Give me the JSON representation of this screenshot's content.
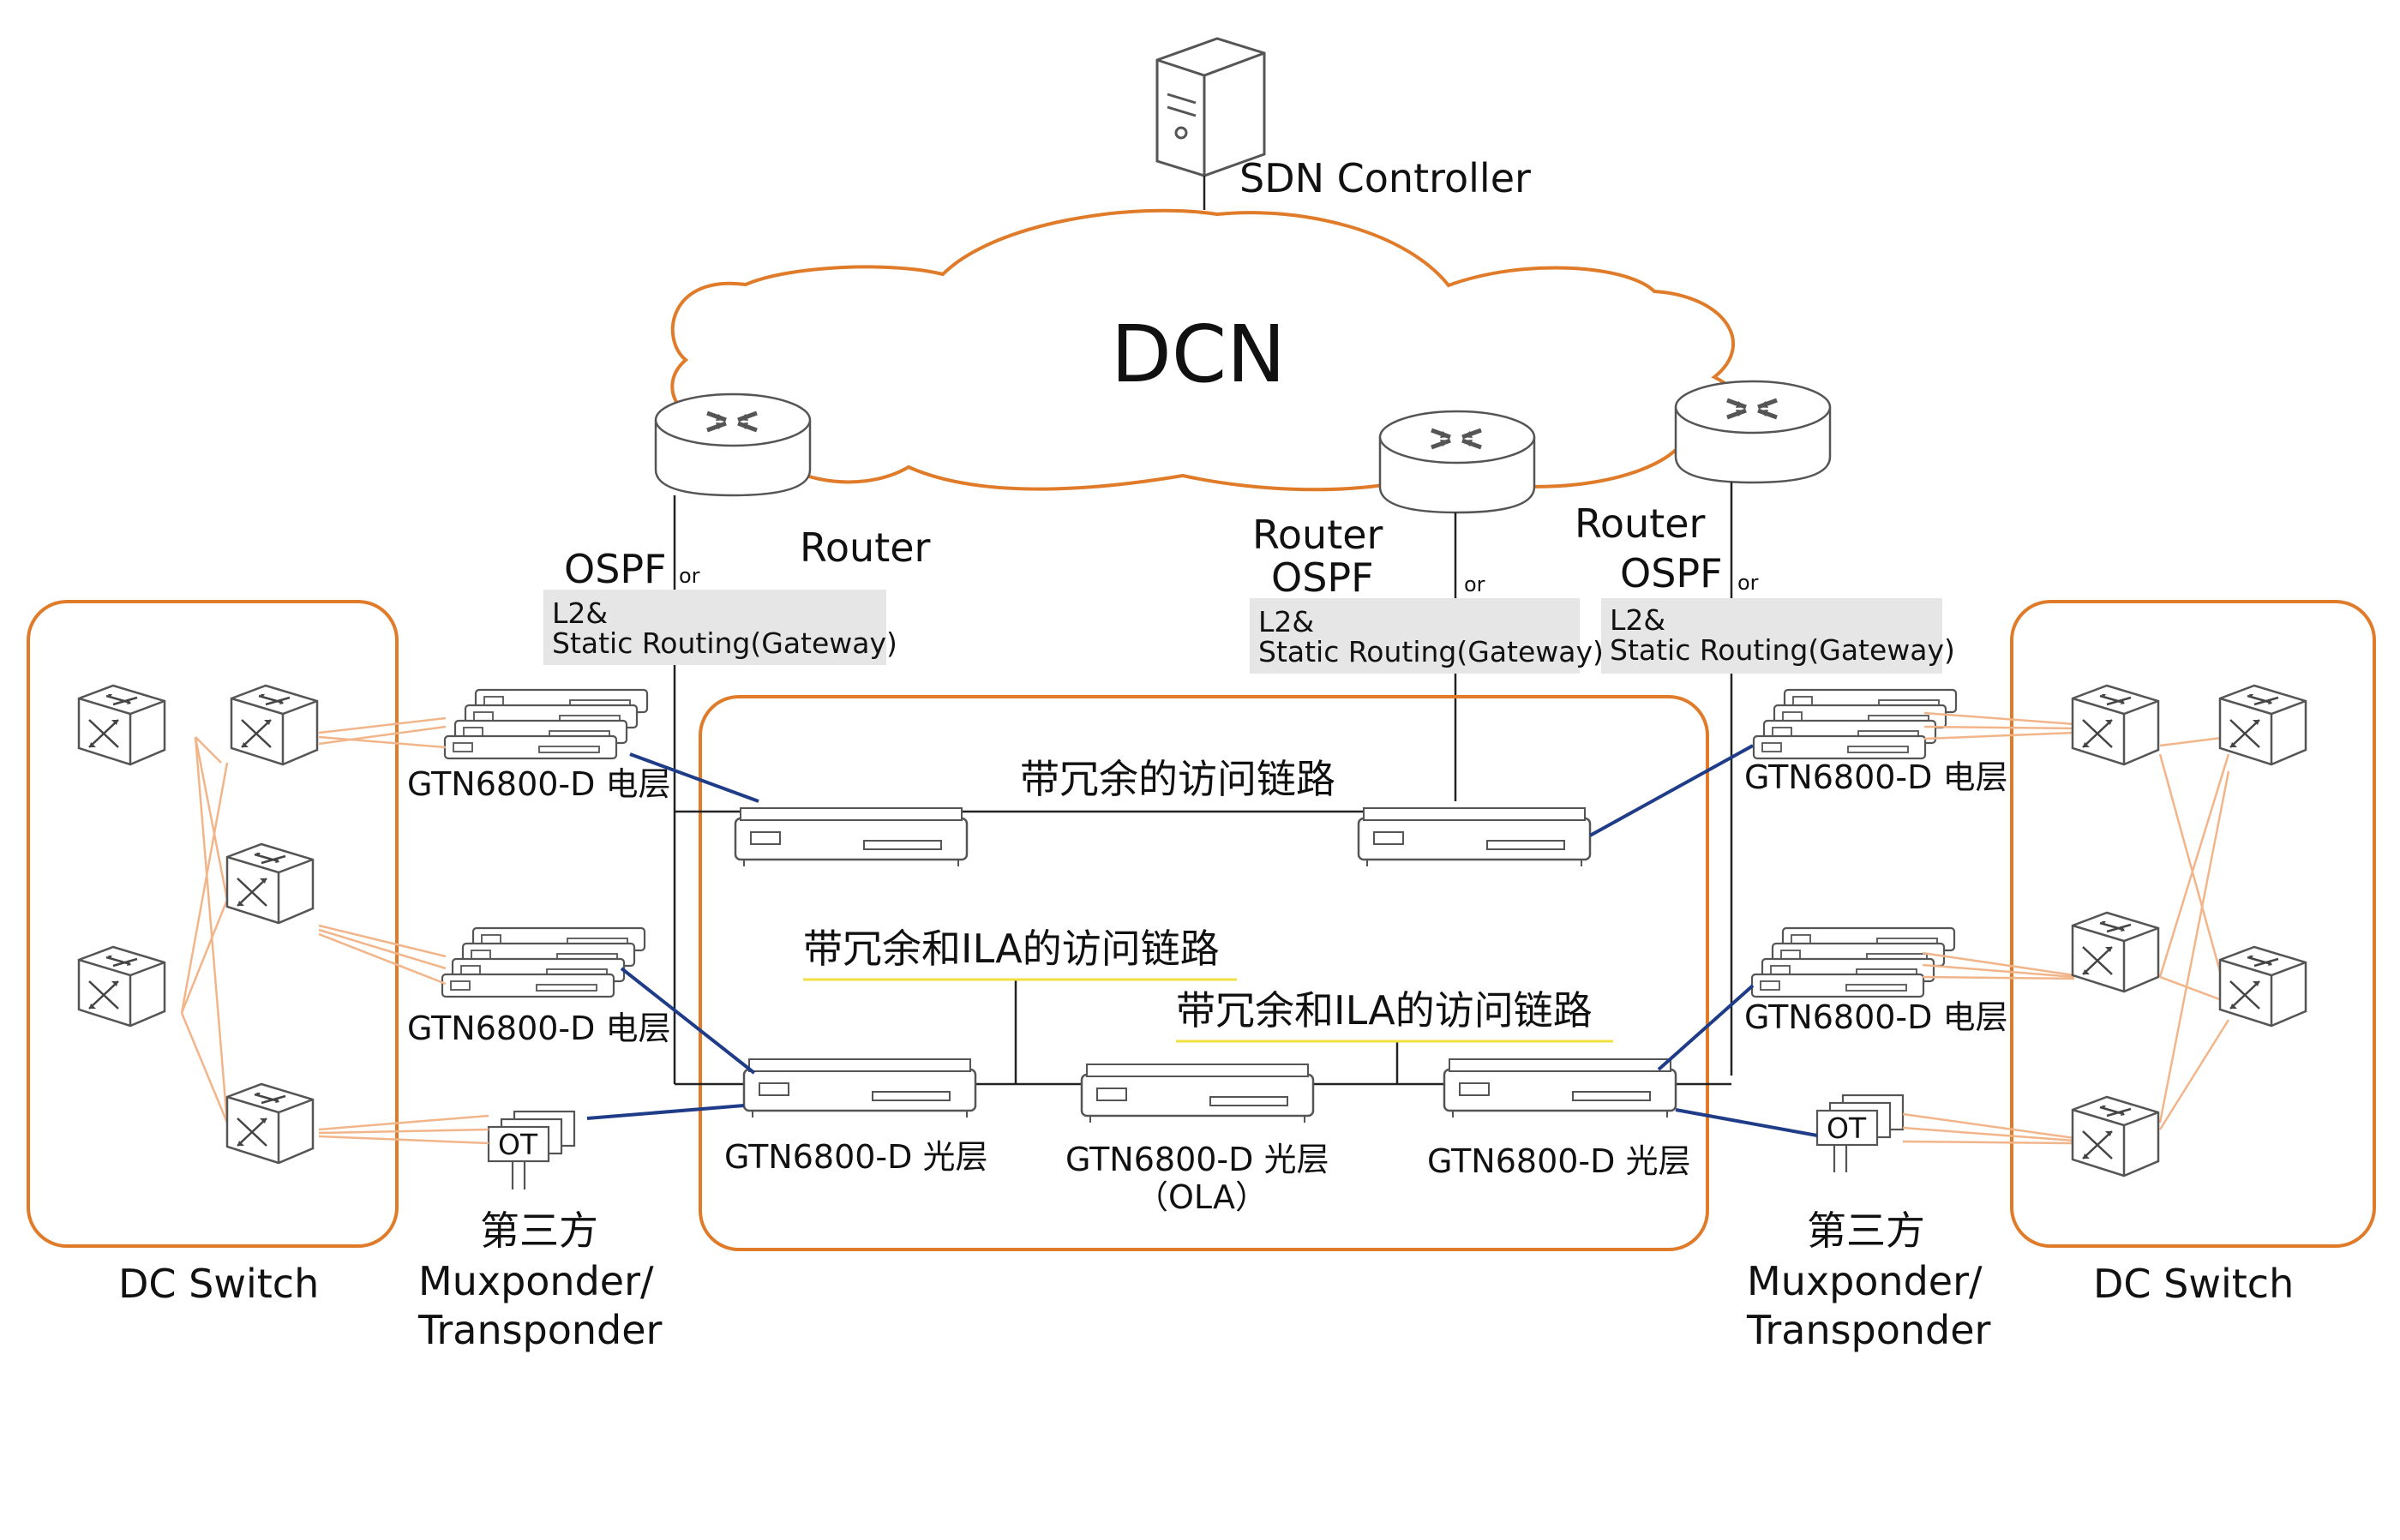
{
  "diagram": {
    "controller": {
      "label": "SDN Controller",
      "icon": "server-icon"
    },
    "cloud": {
      "label": "DCN",
      "border_color": "#e07b2a"
    },
    "routers": [
      {
        "label": "Router",
        "protocol": "OSPF",
        "or_text": "or",
        "alt_line1": "L2&",
        "alt_line2": "Static Routing(Gateway)"
      },
      {
        "label": "Router",
        "protocol": "OSPF",
        "or_text": "or",
        "alt_line1": "L2&",
        "alt_line2": "Static Routing(Gateway)"
      },
      {
        "label": "Router",
        "protocol": "OSPF",
        "or_text": "or",
        "alt_line1": "L2&",
        "alt_line2": "Static Routing(Gateway)"
      }
    ],
    "electrical_nodes": {
      "left_top": "GTN6800-D 电层",
      "left_bottom": "GTN6800-D 电层",
      "right_top": "GTN6800-D 电层",
      "right_bottom": "GTN6800-D 电层"
    },
    "optical_nodes": {
      "left": "GTN6800-D 光层",
      "middle": "GTN6800-D 光层",
      "middle_sub": "（OLA）",
      "right": "GTN6800-D 光层"
    },
    "links": {
      "redundant": "带冗余的访问链路",
      "redundant_ila_1": "带冗余和ILA的访问链路",
      "redundant_ila_2": "带冗余和ILA的访问链路"
    },
    "third_party": {
      "ot_label": "OT",
      "line1": "第三方",
      "line2": "Muxponder/",
      "line3": "Transponder"
    },
    "dc_switch": {
      "label": "DC Switch"
    },
    "colors": {
      "orange": "#e07b2a",
      "navy_link": "#1f3c88",
      "peach_link": "#f2b58a",
      "label_box": "#e6e6e6",
      "underline": "#f0e040"
    }
  }
}
